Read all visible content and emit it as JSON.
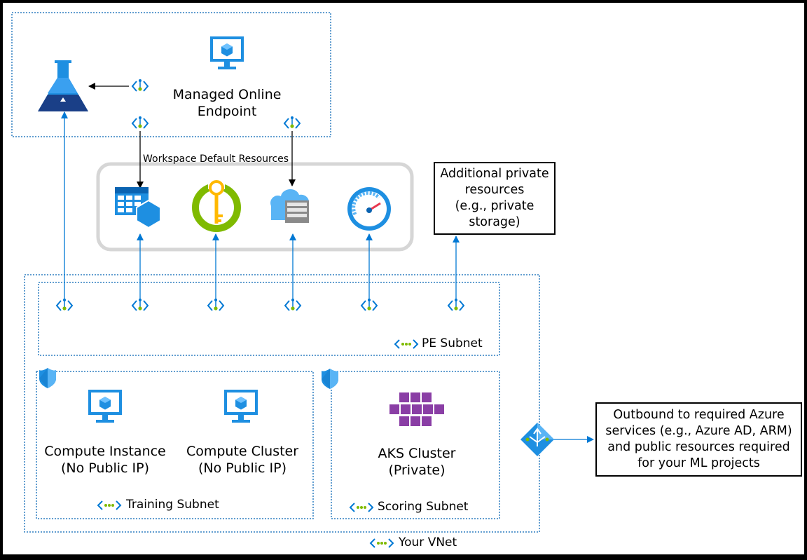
{
  "endpoint_label": [
    "Managed Online",
    "Endpoint"
  ],
  "workspace_resources_label": "Workspace Default Resources",
  "additional_resources": [
    "Additional private",
    "resources",
    "(e.g., private",
    "storage)"
  ],
  "pe_subnet": "PE Subnet",
  "training_subnet": "Training Subnet",
  "scoring_subnet": "Scoring Subnet",
  "vnet": "Your VNet",
  "compute_instance": [
    "Compute Instance",
    "(No Public IP)"
  ],
  "compute_cluster": [
    "Compute Cluster",
    "(No Public IP)"
  ],
  "aks_cluster": [
    "AKS Cluster",
    "(Private)"
  ],
  "outbound": [
    "Outbound to required Azure",
    "services (e.g., Azure AD, ARM)",
    "and public resources required",
    "for your ML projects"
  ],
  "colors": {
    "line_blue": "#0078d4",
    "dotted": "#2f7fc1",
    "monitor": "#1e8fe1",
    "green": "#7fba00",
    "purple": "#8a3ea5"
  },
  "icons": [
    "azure-ml-workspace-icon",
    "monitor-icon",
    "private-endpoint-icon",
    "storage-table-icon",
    "key-vault-icon",
    "container-registry-icon",
    "app-insights-icon",
    "nsg-shield-icon",
    "aks-icon",
    "vnet-icon",
    "nat-gateway-icon"
  ]
}
